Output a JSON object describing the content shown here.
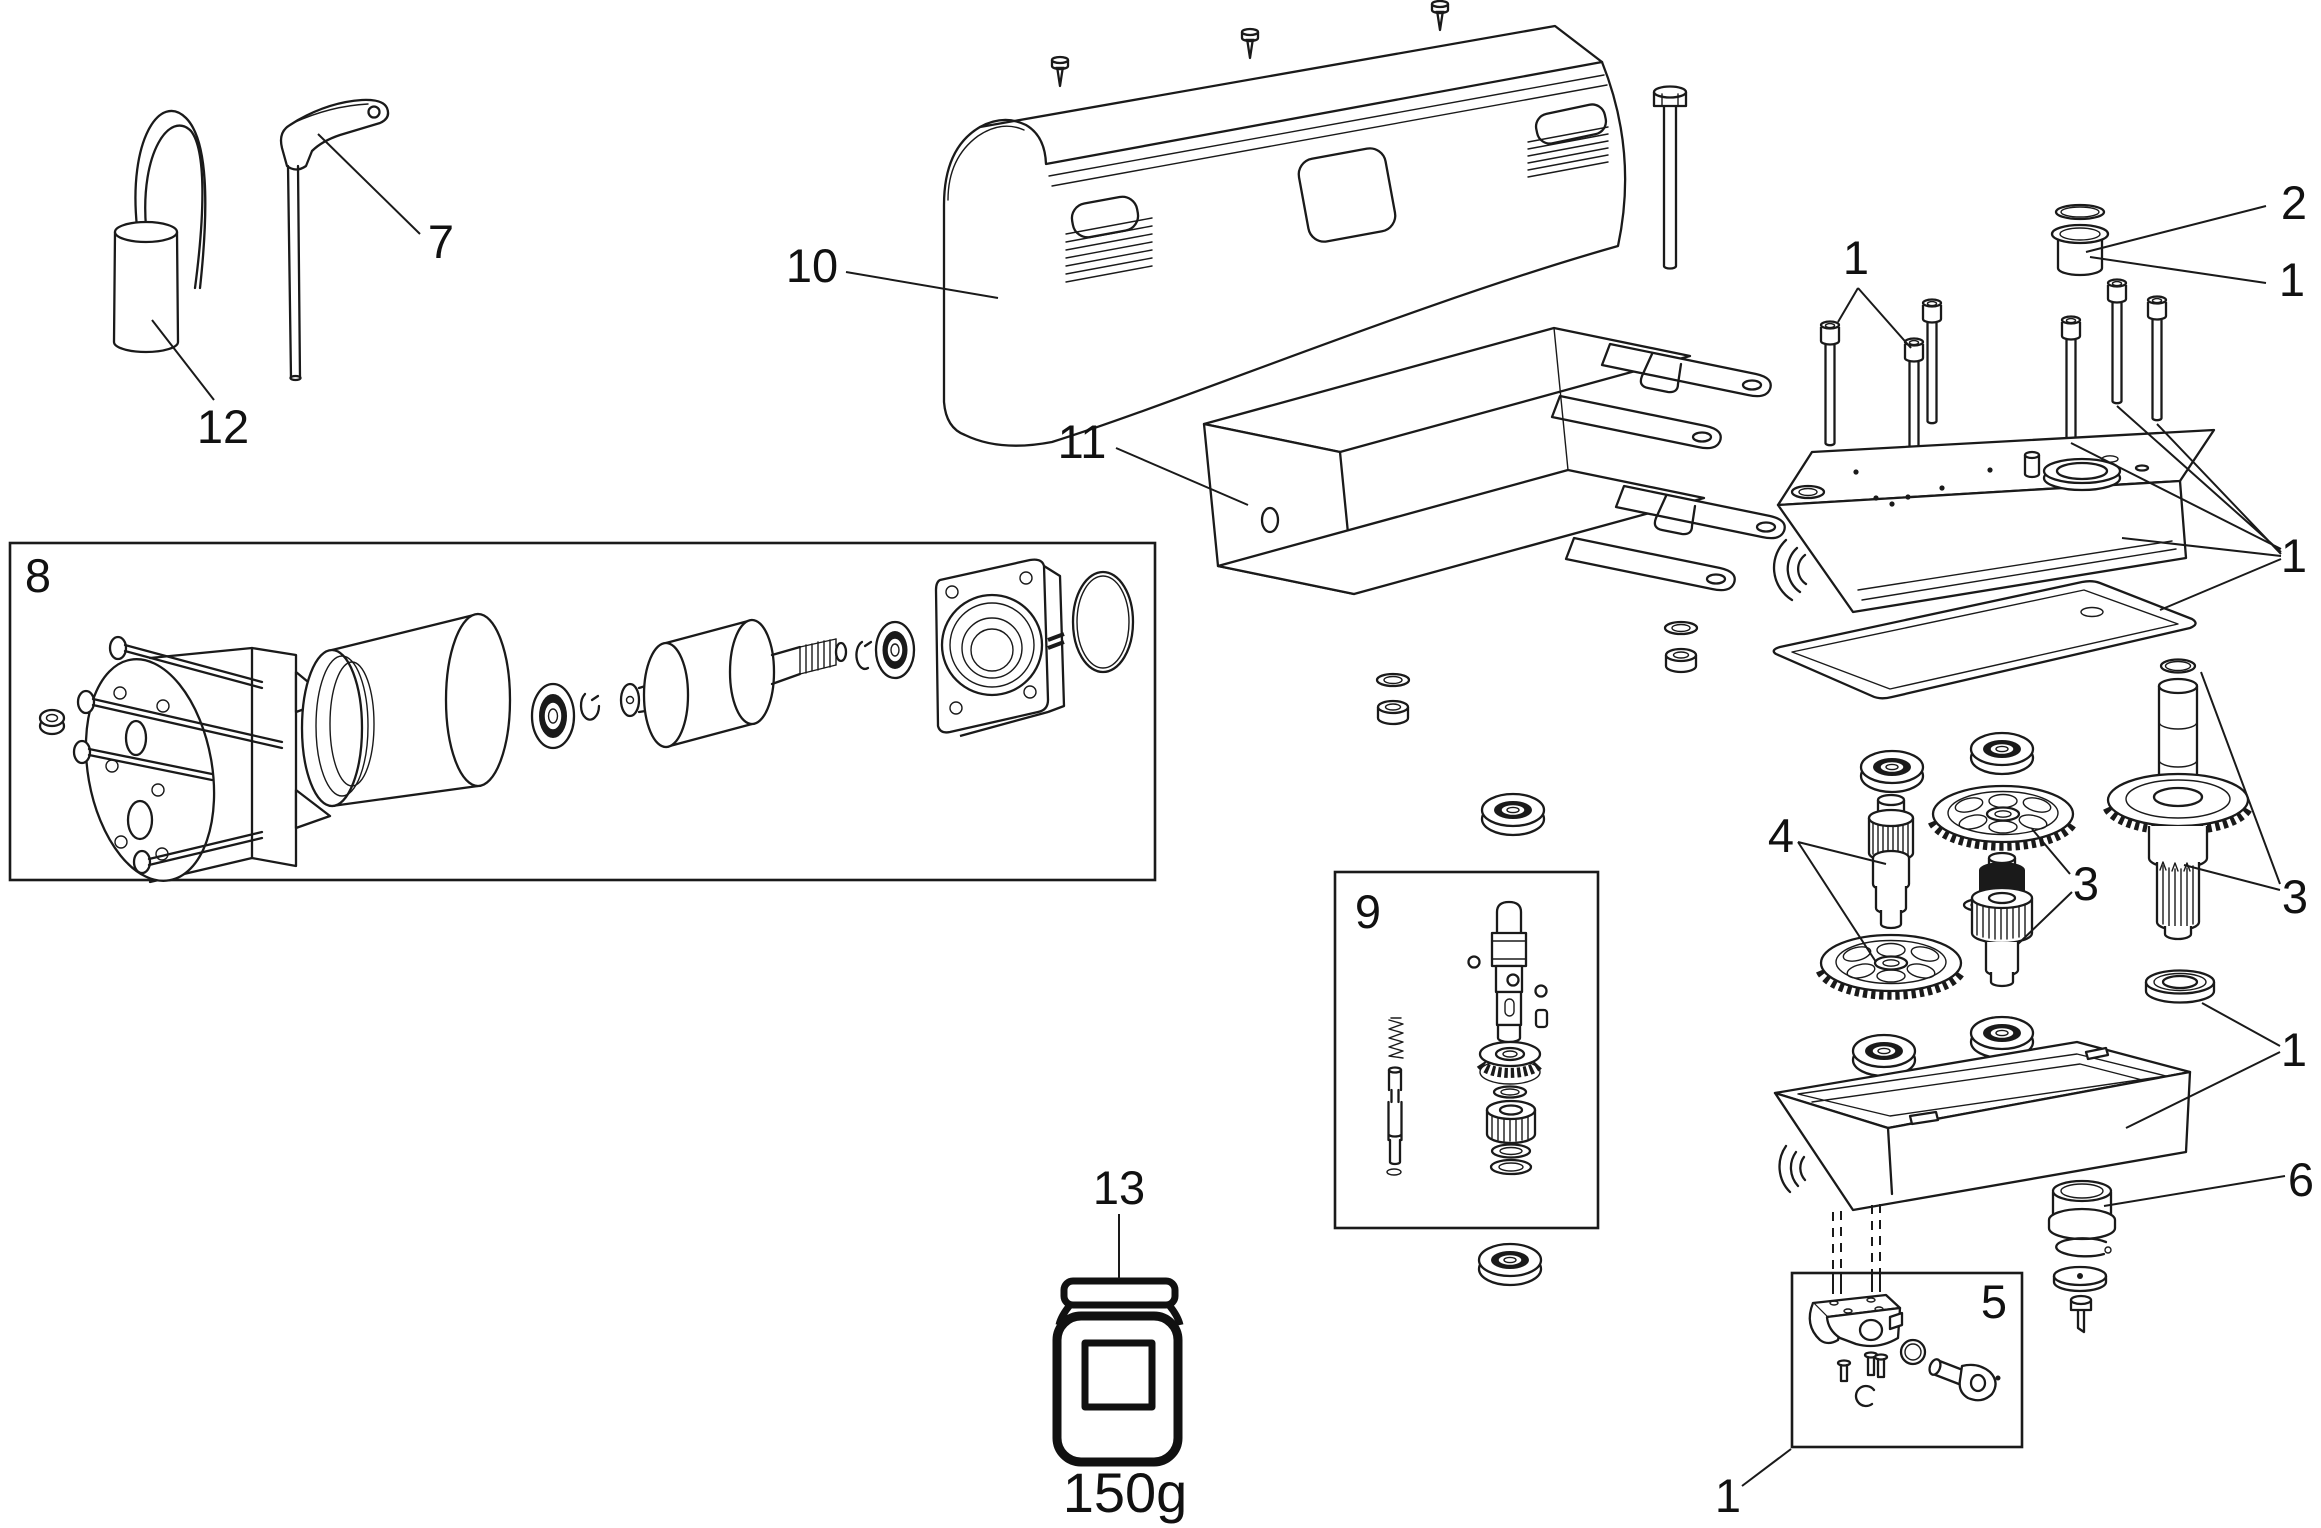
{
  "figure": {
    "type": "exploded-parts-diagram",
    "background": "#ffffff",
    "line_color": "#1a1a1a",
    "callouts": {
      "release_key": "7",
      "capacitor": "12",
      "cover": "10",
      "mounting_bracket": "11",
      "motor_kit": "8",
      "worm_kit": "9",
      "grease": "13",
      "screws_left": "1",
      "bushing_ring": "2",
      "bushing_body": "1",
      "gearbox_upper": "1",
      "gear_intermediate": "3",
      "gear_output": "3",
      "gear_pinion": "4",
      "gearbox_lower": "1",
      "bushing_lower": "6",
      "clamp_kit": "5",
      "clamp_kit_alt": "1"
    },
    "grease_weight": "150g"
  }
}
